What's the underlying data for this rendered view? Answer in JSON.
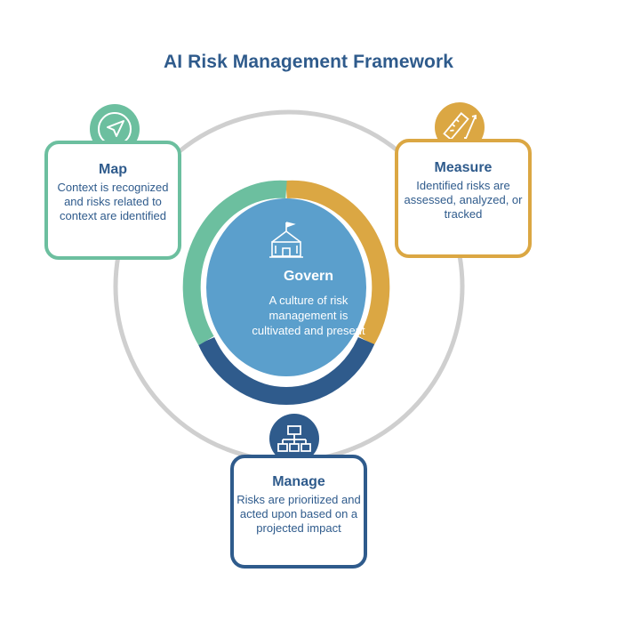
{
  "title": "AI Risk Management Framework",
  "govern": {
    "title": "Govern",
    "description": "A culture of risk management is cultivated and present"
  },
  "map": {
    "title": "Map",
    "description": "Context is recognized and risks related to context are identified",
    "icon": "navigation-arrow-icon"
  },
  "measure": {
    "title": "Measure",
    "description": "Identified risks are assessed, analyzed, or tracked",
    "icon": "ruler-icon"
  },
  "manage": {
    "title": "Manage",
    "description": "Risks are prioritized and acted upon based on a projected impact",
    "icon": "hierarchy-icon"
  },
  "colors": {
    "map": "#6cbf9f",
    "measure": "#dba743",
    "manage": "#2f5b8c",
    "govern": "#5b9fcc",
    "title": "#2f5b8c",
    "outer_ring": "#cfcfcf"
  }
}
